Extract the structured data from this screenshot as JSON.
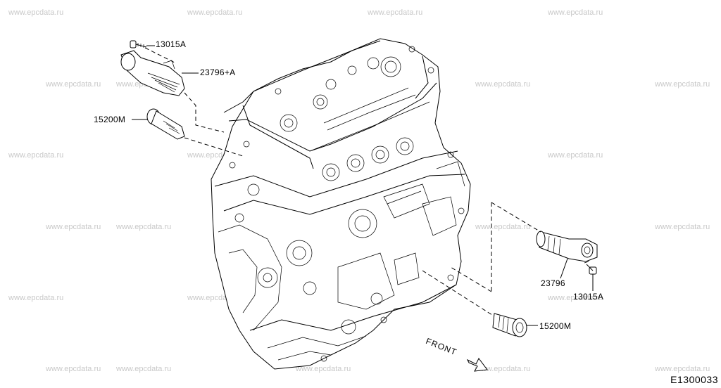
{
  "watermark": "www.epcdata.ru",
  "labels": {
    "bolt_top": "13015A",
    "solenoid_top": "23796+A",
    "filter_left": "15200M",
    "solenoid_right": "23796",
    "bolt_right": "13015A",
    "filter_bottom": "15200M"
  },
  "front_label": "FRONT",
  "diagram_code": "E1300033"
}
